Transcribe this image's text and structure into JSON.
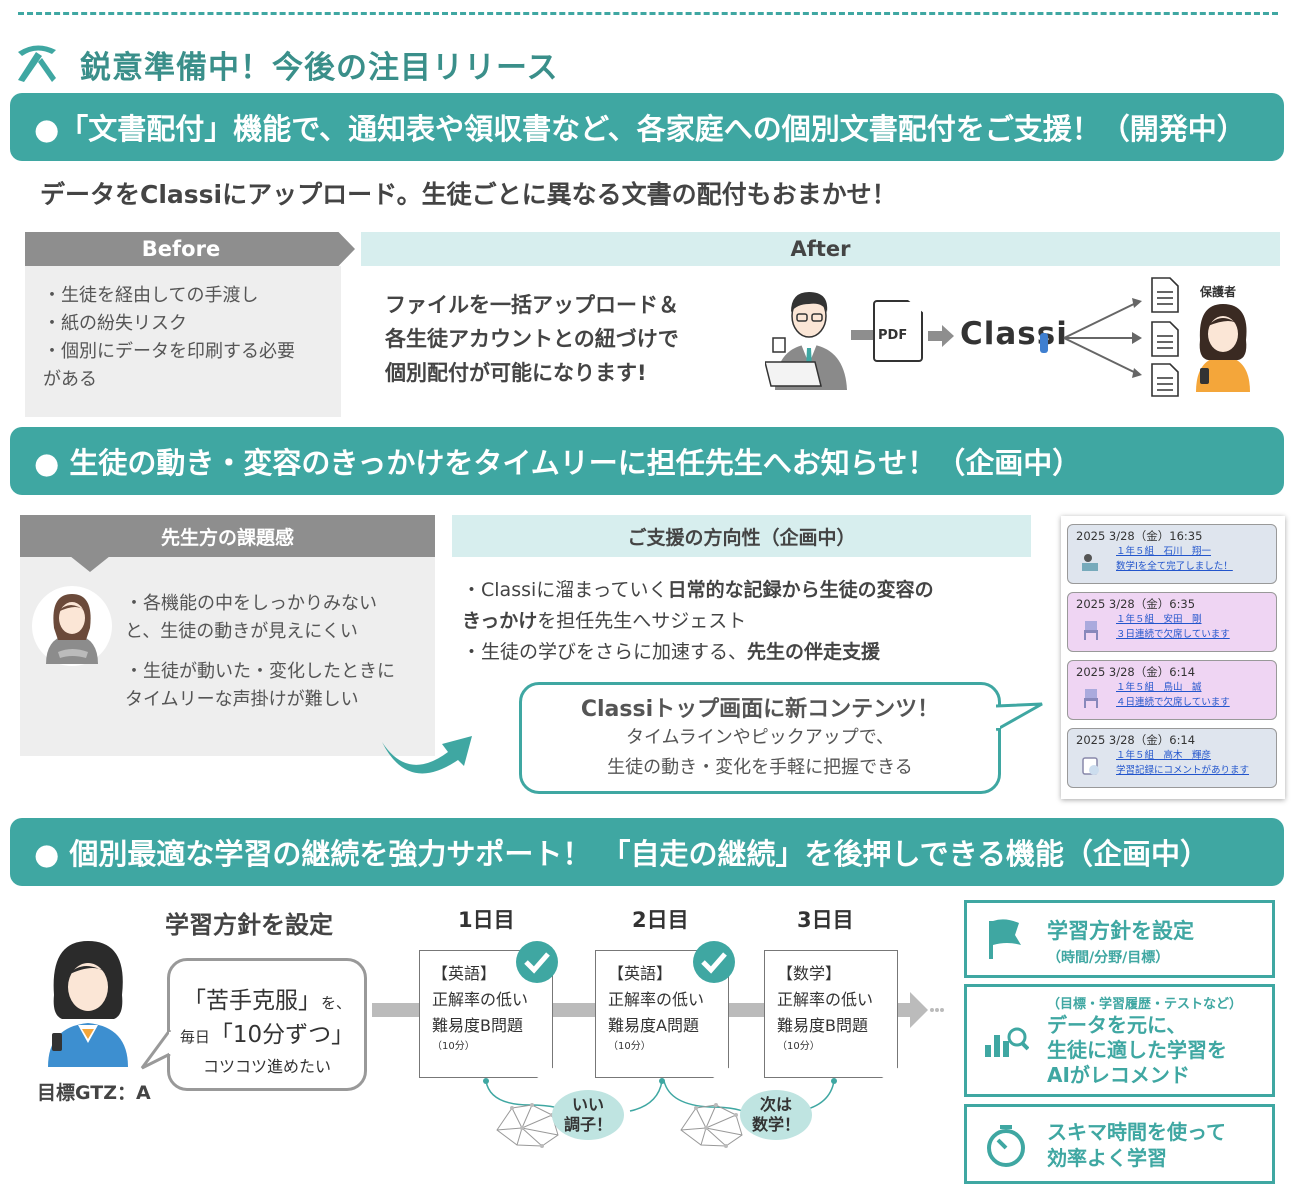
{
  "header": {
    "title": "鋭意準備中！今後の注目リリース"
  },
  "section1": {
    "band": "●「文書配付」機能で、通知表や領収書など、各家庭への個別文書配付をご支援！（開発中）",
    "subtitle": "データをClassiにアップロード。生徒ごとに異なる文書の配付もおまかせ！",
    "before_label": "Before",
    "before_items": [
      "・生徒を経由しての手渡し",
      "・紙の紛失リスク",
      "・個別にデータを印刷する必要",
      "がある"
    ],
    "after_label": "After",
    "after_lines": [
      "ファイルを一括アップロード＆",
      "各生徒アカウントとの紐づけで",
      "個別配付が可能になります!"
    ],
    "pdf_label": "PDF",
    "logo_text": "Classi",
    "guardian_label": "保護者"
  },
  "section2": {
    "band": "● 生徒の動き・変容のきっかけをタイムリーに担任先生へお知らせ！（企画中）",
    "issue_label": "先生方の課題感",
    "issue_lines": [
      "・各機能の中をしっかりみない",
      "と、生徒の動きが見えにくい",
      "・生徒が動いた・変化したときに",
      "タイムリーな声掛けが難しい"
    ],
    "direction_label": "ご支援の方向性（企画中）",
    "direction_l1a": "・Classiに溜まっていく",
    "direction_l1b": "日常的な記録から生徒の変容の",
    "direction_l2a": "きっかけ",
    "direction_l2b": "を担任先生へサジェスト",
    "direction_l3a": "・生徒の学びをさらに加速する、",
    "direction_l3b": "先生の伴走支援",
    "bubble_title": "Classiトップ画面に新コンテンツ！",
    "bubble_sub1": "タイムラインやピックアップで、",
    "bubble_sub2": "生徒の動き・変化を手軽に把握できる",
    "timeline": [
      {
        "date": "2025 3/28（金）16:35",
        "name": "１年５組　石川　翔一",
        "msg": "数学Ⅰを全て完了しました！",
        "bg": "#dfe5ee"
      },
      {
        "date": "2025 3/28（金）6:35",
        "name": "１年５組　安田　剛",
        "msg": "３日連続で欠席しています",
        "bg": "#efd5f3"
      },
      {
        "date": "2025 3/28（金）6:14",
        "name": "１年５組　鳥山　誠",
        "msg": "４日連続で欠席しています",
        "bg": "#efd5f3"
      },
      {
        "date": "2025 3/28（金）6:14",
        "name": "１年５組　高木　輝彦",
        "msg": "学習記録にコメントがあります",
        "bg": "#dfe5ee"
      }
    ]
  },
  "section3": {
    "band": "● 個別最適な学習の継続を強力サポート！ 「自走の継続」を後押しできる機能（企画中）",
    "goal_heading": "学習方針を設定",
    "goal_label": "目標GTZ：A",
    "bubble_l1a": "「苦手克服」",
    "bubble_l1b": "を、",
    "bubble_l2a": "毎日",
    "bubble_l2b": "「10分ずつ」",
    "bubble_l3": "コツコツ進めたい",
    "days": [
      {
        "label": "1日目",
        "subject": "【英語】",
        "line1": "正解率の低い",
        "line2": "難易度B問題",
        "time": "（10分）"
      },
      {
        "label": "2日目",
        "subject": "【英語】",
        "line1": "正解率の低い",
        "line2": "難易度A問題",
        "time": "（10分）"
      },
      {
        "label": "3日目",
        "subject": "【数学】",
        "line1": "正解率の低い",
        "line2": "難易度B問題",
        "time": "（10分）"
      }
    ],
    "ai_comments": [
      {
        "l1": "いい",
        "l2": "調子！"
      },
      {
        "l1": "次は",
        "l2": "数学！"
      }
    ],
    "features": [
      {
        "title": "学習方針を設定",
        "sub": "（時間/分野/目標）",
        "icon": "flag-icon"
      },
      {
        "pre": "（目標・学習履歴・テストなど）",
        "l1": "データを元に、",
        "l2": "生徒に適した学習を",
        "l3": "AIがレコメンド",
        "icon": "analytics-icon"
      },
      {
        "l1": "スキマ時間を使って",
        "l2": "効率よく学習",
        "icon": "timer-icon"
      }
    ]
  },
  "colors": {
    "accent": "#3fa7a2",
    "light": "#d7eeee",
    "gray": "#8e8e8e"
  }
}
